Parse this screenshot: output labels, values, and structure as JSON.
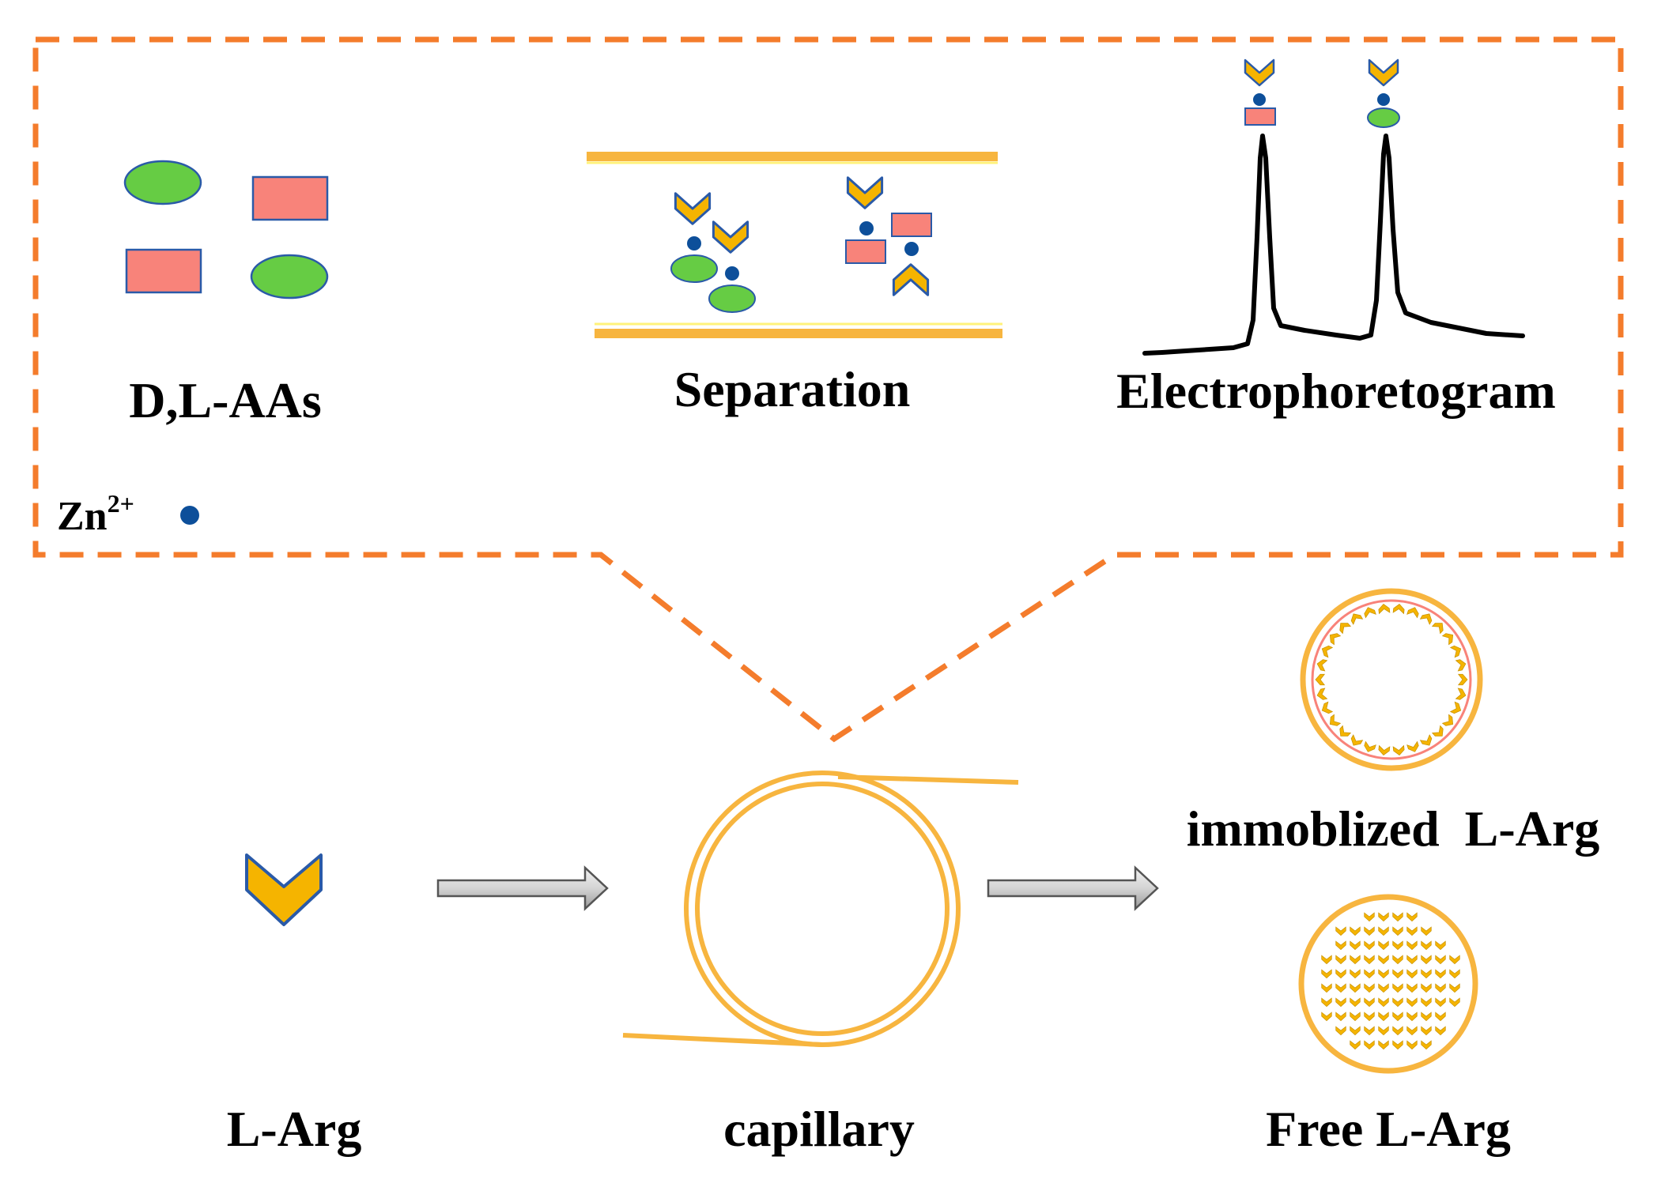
{
  "labels": {
    "dl_aas": "D,L-AAs",
    "separation": "Separation",
    "electropherogram": "Electrophoretogram",
    "zn_base": "Zn",
    "zn_charge": "2+",
    "l_arg": "L-Arg",
    "capillary": "capillary",
    "immobilized": "immoblized  L-Arg",
    "free": "Free L-Arg"
  },
  "colors": {
    "dash_orange": "#f47c2c",
    "capillary_orange": "#f7b53f",
    "ellipse_green": "#66cc44",
    "rect_salmon": "#f8837a",
    "chevron_gold": "#f5b400",
    "chevron_outline": "#2a5aa8",
    "zn_blue": "#0d4f9a",
    "trace_black": "#000000"
  },
  "icons": {
    "l_arg_marker": "chevron-icon",
    "zn_marker": "dot-icon",
    "d_aa": "rectangle-icon",
    "l_aa": "ellipse-icon",
    "flow_arrow": "arrow-right-icon"
  }
}
